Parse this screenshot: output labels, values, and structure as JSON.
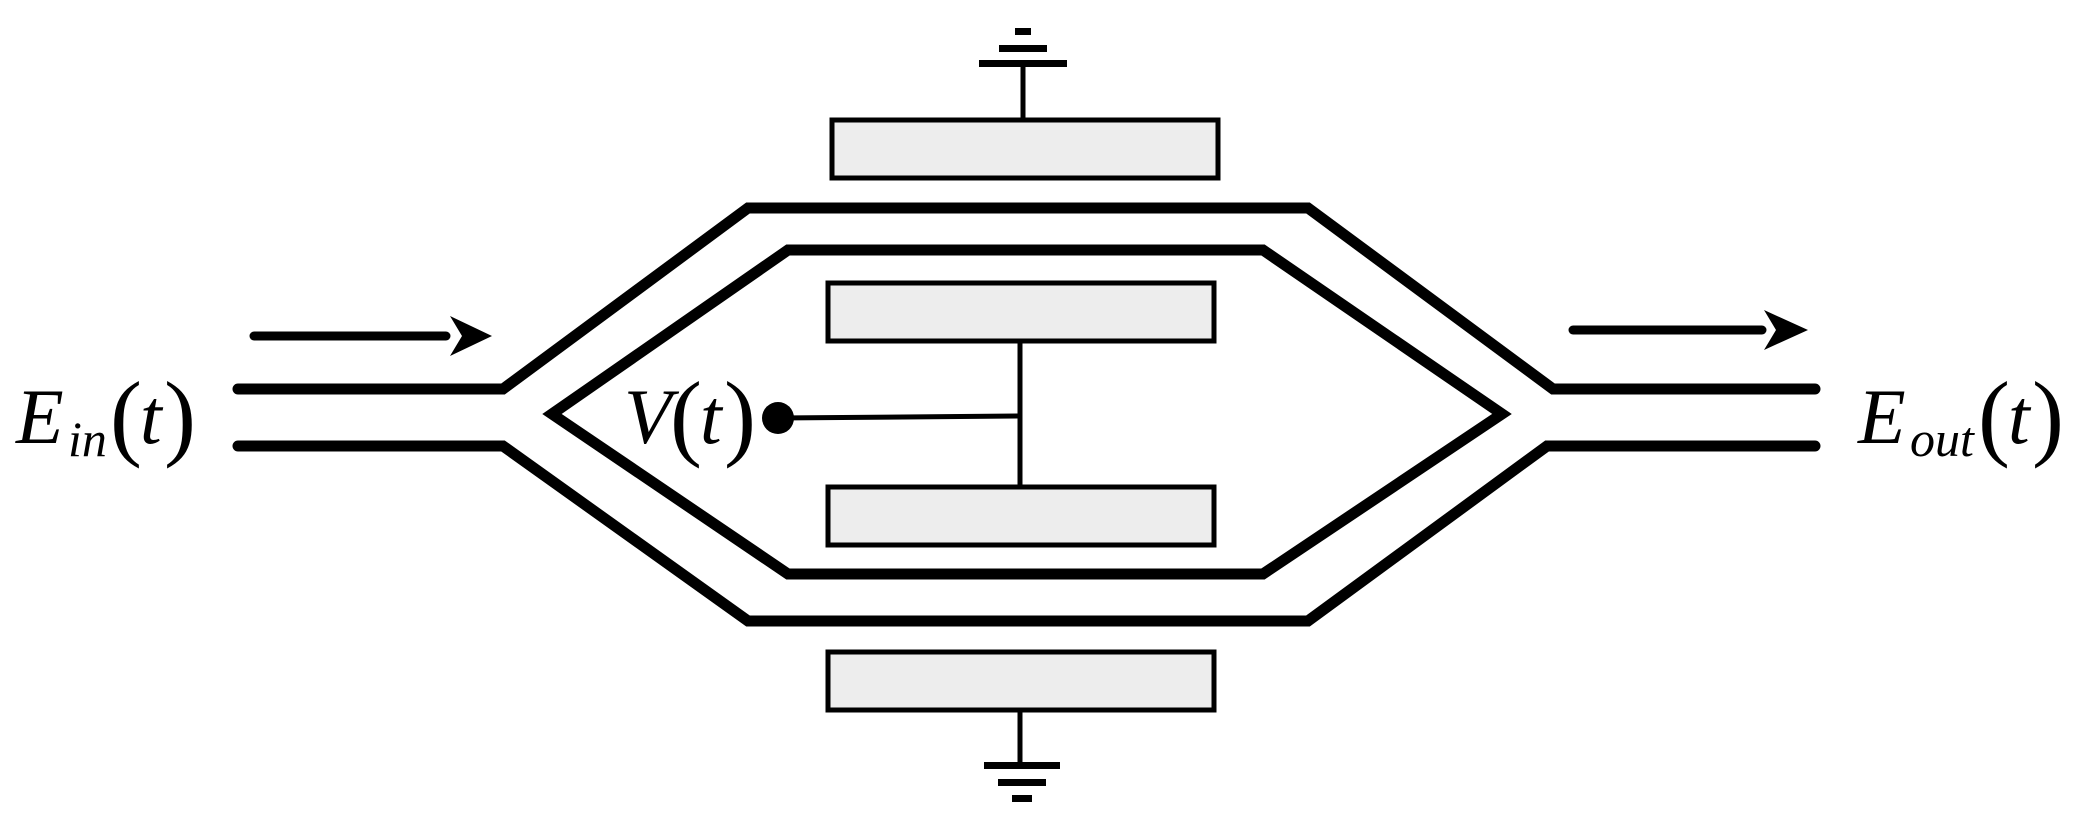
{
  "labels": {
    "input": {
      "symbol": "E",
      "subscript": "in",
      "open": "(",
      "var": "t",
      "close": ")"
    },
    "output": {
      "symbol": "E",
      "subscript": "out",
      "open": "(",
      "var": "t",
      "close": ")"
    },
    "voltage": {
      "symbol": "V",
      "open": "(",
      "var": "t",
      "close": ")"
    }
  },
  "colors": {
    "line": "#000000",
    "electrode_fill": "#ededed",
    "background": "#ffffff"
  }
}
